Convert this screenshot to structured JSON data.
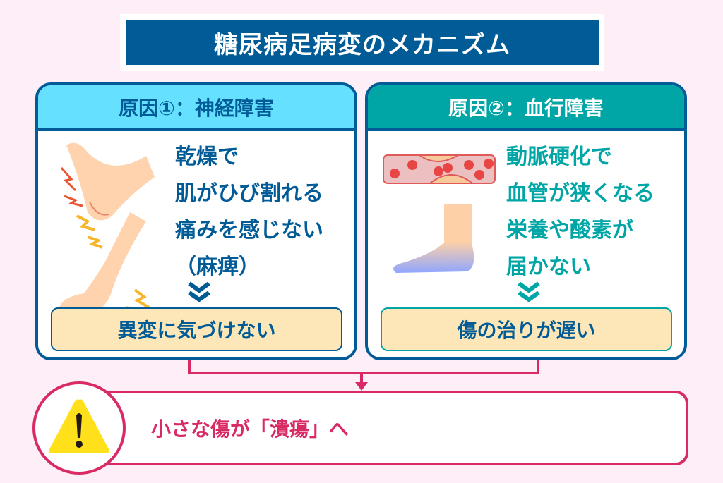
{
  "title": "糖尿病足病変のメカニズム",
  "colors": {
    "background": "#fdeef8",
    "navy": "#005b96",
    "light_blue": "#66e0ff",
    "teal": "#00a6a6",
    "pink": "#d92a63",
    "cream": "#fde7b8",
    "warning_yellow": "#ffe01a"
  },
  "cause1": {
    "heading": "原因①：神経障害",
    "lines": [
      "乾燥で",
      "肌がひび割れる",
      "痛みを感じない",
      "（麻痺）"
    ],
    "result": "異変に気づけない"
  },
  "cause2": {
    "heading": "原因②：血行障害",
    "lines": [
      "動脈硬化で",
      "血管が狭くなる",
      "栄養や酸素が",
      "届かない"
    ],
    "result": "傷の治りが遅い"
  },
  "conclusion": {
    "icon": "warning-icon",
    "text": "小さな傷が「潰瘍」へ"
  }
}
